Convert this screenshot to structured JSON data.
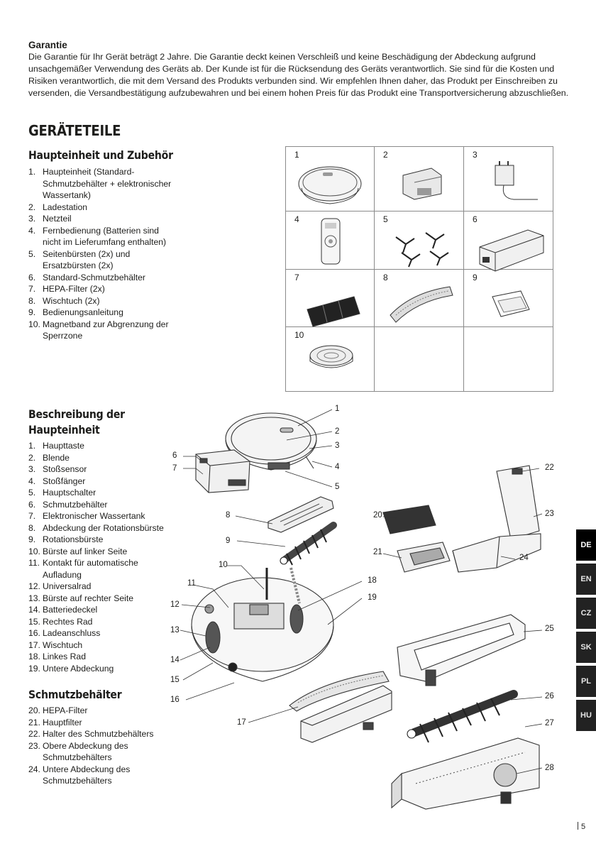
{
  "warranty": {
    "heading": "Garantie",
    "text": "Die Garantie für Ihr Gerät beträgt 2 Jahre. Die Garantie deckt keinen Verschleiß und keine Beschädigung der Abdeckung aufgrund unsachgemäßer Verwendung des Geräts ab. Der Kunde ist für die Rücksendung des Geräts verantwortlich. Sie sind für die Kosten und Risiken verantwortlich, die mit dem Versand des Produkts verbunden sind. Wir empfehlen Ihnen daher, das Produkt per Einschreiben zu versenden, die Versandbestätigung aufzubewahren und bei einem hohen Preis für das Produkt eine Transportversicherung abzuschließen."
  },
  "section_title": "GERÄTETEILE",
  "main_unit": {
    "heading": "Haupteinheit und Zubehör",
    "items": [
      {
        "num": "1.",
        "text": "Haupteinheit (Standard-Schmutzbehälter + elektronischer Wassertank)"
      },
      {
        "num": "2.",
        "text": "Ladestation"
      },
      {
        "num": "3.",
        "text": "Netzteil"
      },
      {
        "num": "4.",
        "text": "Fernbedienung (Batterien sind nicht im Lieferumfang enthalten)"
      },
      {
        "num": "5.",
        "text": "Seitenbürsten (2x) und Ersatzbürsten (2x)"
      },
      {
        "num": "6.",
        "text": "Standard-Schmutzbehälter"
      },
      {
        "num": "7.",
        "text": "HEPA-Filter (2x)"
      },
      {
        "num": "8.",
        "text": "Wischtuch (2x)"
      },
      {
        "num": "9.",
        "text": "Bedienungsanleitung"
      },
      {
        "num": "10.",
        "text": "Magnetband zur Abgrenzung der Sperrzone"
      }
    ]
  },
  "accessory_grid": {
    "labels": [
      "1",
      "2",
      "3",
      "4",
      "5",
      "6",
      "7",
      "8",
      "9",
      "10",
      "",
      ""
    ],
    "icons": [
      "robot-vacuum-icon",
      "charging-station-icon",
      "power-adapter-icon",
      "remote-control-icon",
      "side-brushes-icon",
      "dust-bin-icon",
      "hepa-filter-icon",
      "mop-cloth-icon",
      "manual-icon",
      "magnetic-tape-icon",
      "",
      ""
    ]
  },
  "description": {
    "heading_line1": "Beschreibung der",
    "heading_line2": "Haupteinheit",
    "items": [
      {
        "num": "1.",
        "text": "Haupttaste"
      },
      {
        "num": "2.",
        "text": "Blende"
      },
      {
        "num": "3.",
        "text": "Stoßsensor"
      },
      {
        "num": "4.",
        "text": "Stoßfänger"
      },
      {
        "num": "5.",
        "text": "Hauptschalter"
      },
      {
        "num": "6.",
        "text": "Schmutzbehälter"
      },
      {
        "num": "7.",
        "text": "Elektronischer Wassertank"
      },
      {
        "num": "8.",
        "text": "Abdeckung der Rotationsbürste"
      },
      {
        "num": "9.",
        "text": "Rotationsbürste"
      },
      {
        "num": "10.",
        "text": "Bürste auf linker Seite"
      },
      {
        "num": "11.",
        "text": "Kontakt für automatische Aufladung"
      },
      {
        "num": "12.",
        "text": "Universalrad"
      },
      {
        "num": "13.",
        "text": "Bürste auf rechter Seite"
      },
      {
        "num": "14.",
        "text": "Batteriedeckel"
      },
      {
        "num": "15.",
        "text": "Rechtes Rad"
      },
      {
        "num": "16.",
        "text": "Ladeanschluss"
      },
      {
        "num": "17.",
        "text": "Wischtuch"
      },
      {
        "num": "18.",
        "text": "Linkes Rad"
      },
      {
        "num": "19.",
        "text": "Untere Abdeckung"
      }
    ]
  },
  "dust_bin": {
    "heading": "Schmutzbehälter",
    "items": [
      {
        "num": "20.",
        "text": "HEPA-Filter"
      },
      {
        "num": "21.",
        "text": "Hauptfilter"
      },
      {
        "num": "22.",
        "text": "Halter des Schmutzbehälters"
      },
      {
        "num": "23.",
        "text": "Obere Abdeckung des Schmutzbehälters"
      },
      {
        "num": "24.",
        "text": "Untere Abdeckung des Schmutzbehälters"
      }
    ]
  },
  "callouts": [
    "1",
    "2",
    "3",
    "4",
    "5",
    "6",
    "7",
    "8",
    "9",
    "10",
    "11",
    "12",
    "13",
    "14",
    "15",
    "16",
    "17",
    "18",
    "19",
    "20",
    "21",
    "22",
    "23",
    "24",
    "25",
    "26",
    "27",
    "28"
  ],
  "language_tabs": [
    "DE",
    "EN",
    "CZ",
    "SK",
    "PL",
    "HU"
  ],
  "active_language": "DE",
  "page_number": "5"
}
